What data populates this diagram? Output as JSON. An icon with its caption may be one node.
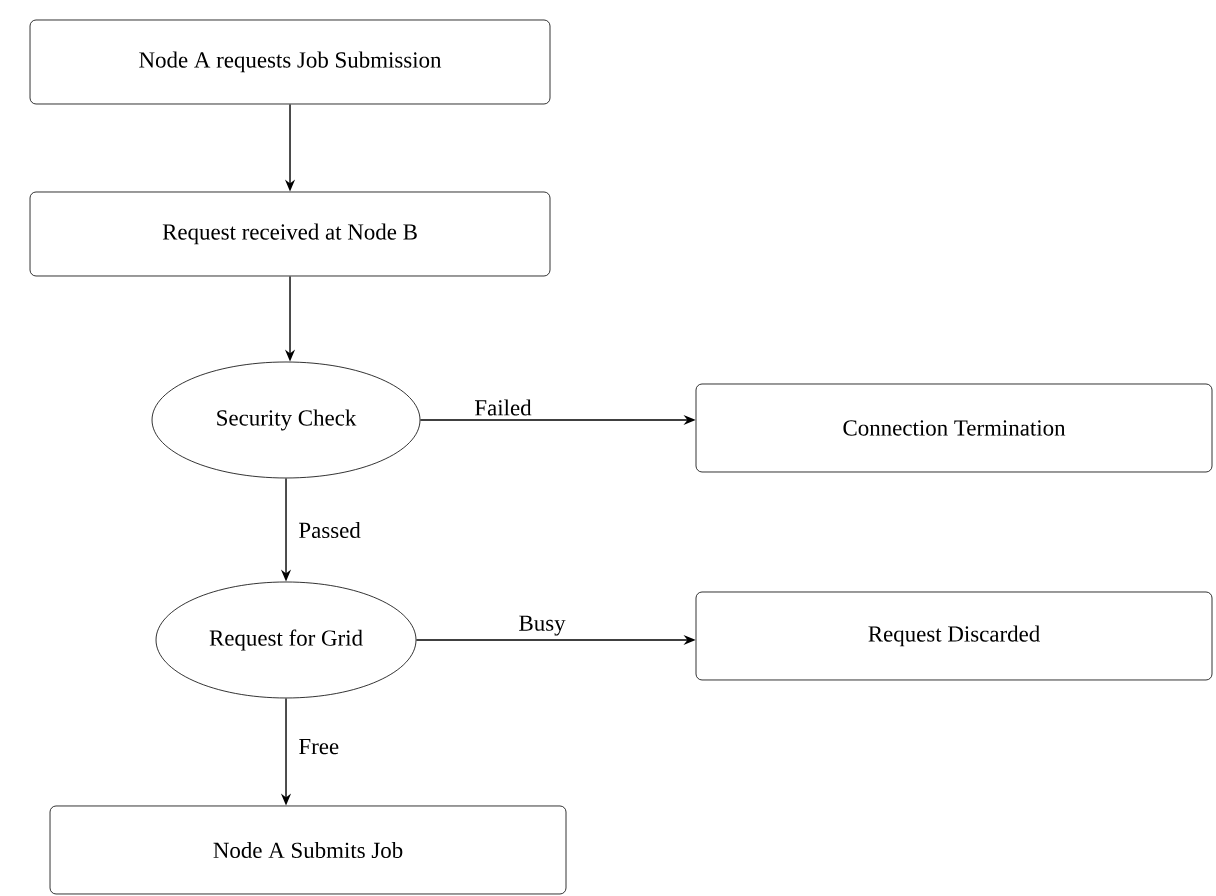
{
  "diagram": {
    "nodes": [
      {
        "text": [
          "Node A requests Job Submission"
        ]
      },
      {
        "text": [
          "Request received at Node B"
        ]
      },
      {
        "text": [
          "Security Check"
        ]
      },
      {
        "text": [
          "Connection Termination"
        ]
      },
      {
        "text": [
          "Request for Grid"
        ]
      },
      {
        "text": [
          "Request Discarded"
        ]
      },
      {
        "text": [
          "Node A Submits Job"
        ]
      }
    ],
    "edges": [
      {
        "from": 0,
        "to": 1,
        "arrow": "to"
      },
      {
        "from": 1,
        "to": 2,
        "arrow": "to"
      },
      {
        "from": 2,
        "to": 3,
        "arrow": "to",
        "label": "Failed"
      },
      {
        "from": 2,
        "to": 4,
        "arrow": "to",
        "label": "Passed"
      },
      {
        "from": 4,
        "to": 5,
        "arrow": "to",
        "label": "Busy"
      },
      {
        "from": 4,
        "to": 6,
        "arrow": "to",
        "label": "Free"
      }
    ]
  }
}
